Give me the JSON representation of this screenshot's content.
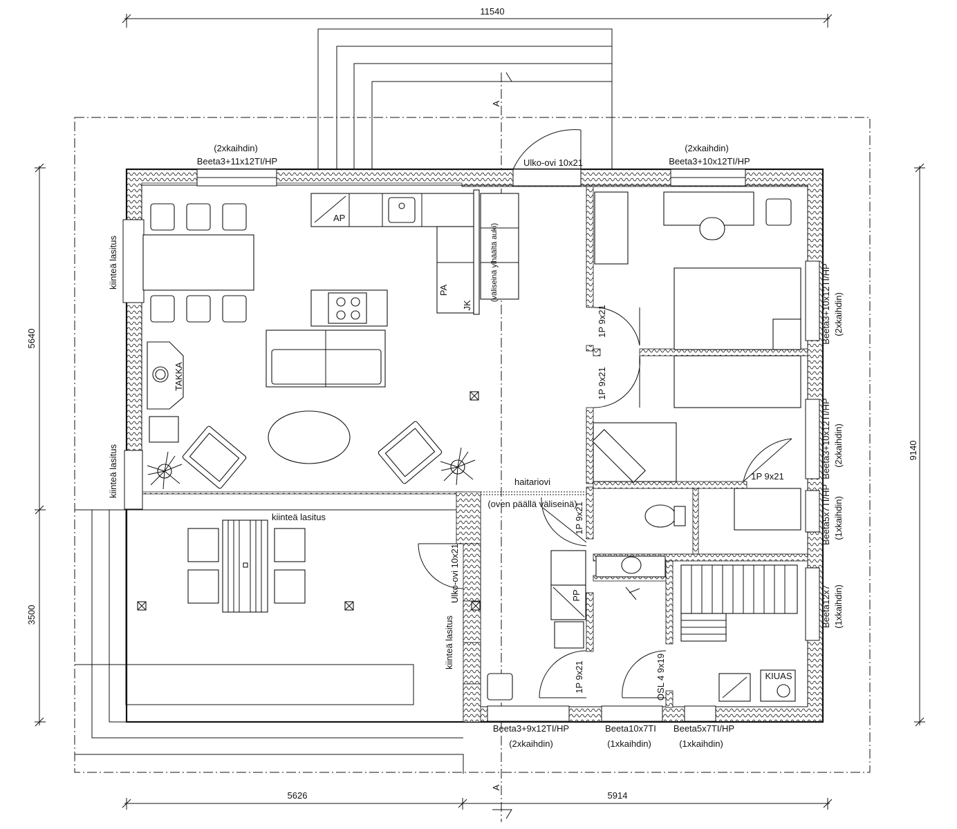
{
  "dimensions": {
    "top_total": "11540",
    "bottom_left": "5626",
    "bottom_right": "5914",
    "left_upper": "5640",
    "left_lower": "3500",
    "right_total": "9140"
  },
  "section_marker": "A",
  "windows": {
    "living_top_kaihdin": "(2xkaihdin)",
    "living_top_type": "Beeta3+11x12TI/HP",
    "entrance_door_top": "Ulko-ovi 10x21",
    "bedroom_top_kaihdin": "(2xkaihdin)",
    "bedroom_top_type": "Beeta3+10x12TI/HP",
    "right_upper_type": "Beeta3+10x12TI/HP",
    "right_upper_kaihdin": "(2xkaihdin)",
    "right_middle_type": "Beeta3+10x12TI/HP",
    "right_middle_kaihdin": "(2xkaihdin)",
    "right_wc_type": "Beeta5x7TI/HP",
    "right_wc_kaihdin": "(1xkaihdin)",
    "right_sauna_type": "Beeta12x7",
    "right_sauna_kaihdin": "(1xkaihdin)",
    "bottom_1_type": "Beeta3+9x12TI/HP",
    "bottom_1_kaihdin": "(2xkaihdin)",
    "bottom_2_type": "Beeta10x7TI",
    "bottom_2_kaihdin": "(1xkaihdin)",
    "bottom_3_type": "Beeta5x7TI/HP",
    "bottom_3_kaihdin": "(1xkaihdin)",
    "fixed_glazing_1": "kiinteä lasitus",
    "fixed_glazing_2": "kiinteä lasitus",
    "fixed_glazing_terrace": "kiinteä lasitus",
    "fixed_glazing_side": "kiinteä lasitus",
    "terrace_door": "Ulko-ovi 10x21"
  },
  "doors": {
    "bedroom1": "1P 9x21",
    "bedroom2": "1P 9x21",
    "bedroom3": "1P 9x21",
    "wc": "1P 9x21",
    "utility": "1P 9x21",
    "sauna": "OSL 4 9x19",
    "folding_door": "haitariovi",
    "folding_note": "(oven päällä väliseinä)"
  },
  "labels": {
    "ap": "AP",
    "pa": "PA",
    "jk": "JK",
    "pp": "PP",
    "takka": "TAKKA",
    "kiuas": "KIUAS",
    "partition_note": "(väliseinä ylhäältä auki)"
  },
  "colors": {
    "line": "#111111",
    "background": "#ffffff"
  }
}
